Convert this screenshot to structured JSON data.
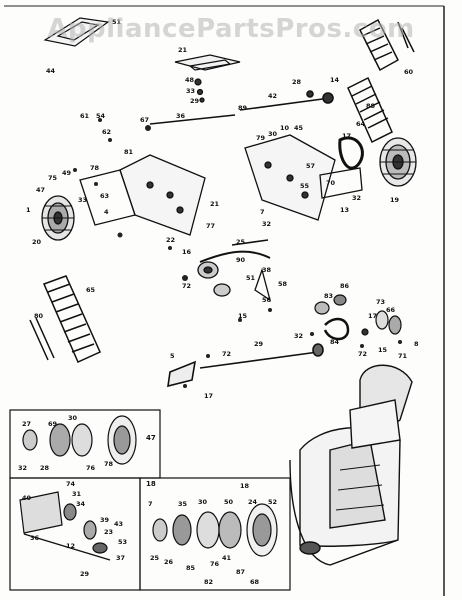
{
  "watermark": "AppliancePartsPros.com",
  "callouts": {
    "c1": "1",
    "c4": "4",
    "c5": "5",
    "c7": "7",
    "c8": "8",
    "c10": "10",
    "c12": "12",
    "c13": "13",
    "c14": "14",
    "c15": "15",
    "c16": "16",
    "c17": "17",
    "c18": "18",
    "c19": "19",
    "c20": "20",
    "c21": "21",
    "c22": "22",
    "c23": "23",
    "c24": "24",
    "c25": "25",
    "c26": "26",
    "c27": "27",
    "c28": "28",
    "c29": "29",
    "c30": "30",
    "c31": "31",
    "c32": "32",
    "c33": "33",
    "c34": "34",
    "c35": "35",
    "c36": "36",
    "c37": "37",
    "c38": "38",
    "c39": "39",
    "c40": "40",
    "c41": "41",
    "c42": "42",
    "c43": "43",
    "c44": "44",
    "c45": "45",
    "c47": "47",
    "c48": "48",
    "c49": "49",
    "c50": "50",
    "c51": "51",
    "c52": "52",
    "c53": "53",
    "c54": "54",
    "c55": "55",
    "c56": "56",
    "c57": "57",
    "c58": "58",
    "c60": "60",
    "c61": "61",
    "c62": "62",
    "c63": "63",
    "c64": "64",
    "c65": "65",
    "c66": "66",
    "c67": "67",
    "c68": "68",
    "c69": "69",
    "c70": "70",
    "c71": "71",
    "c72": "72",
    "c73": "73",
    "c74": "74",
    "c75": "75",
    "c76": "76",
    "c77": "77",
    "c78": "78",
    "c79": "79",
    "c80": "80",
    "c81": "81",
    "c82": "82",
    "c83": "83",
    "c84": "84",
    "c85": "85",
    "c86": "86",
    "c87": "87",
    "c88": "88",
    "c89": "89",
    "c90": "90"
  }
}
